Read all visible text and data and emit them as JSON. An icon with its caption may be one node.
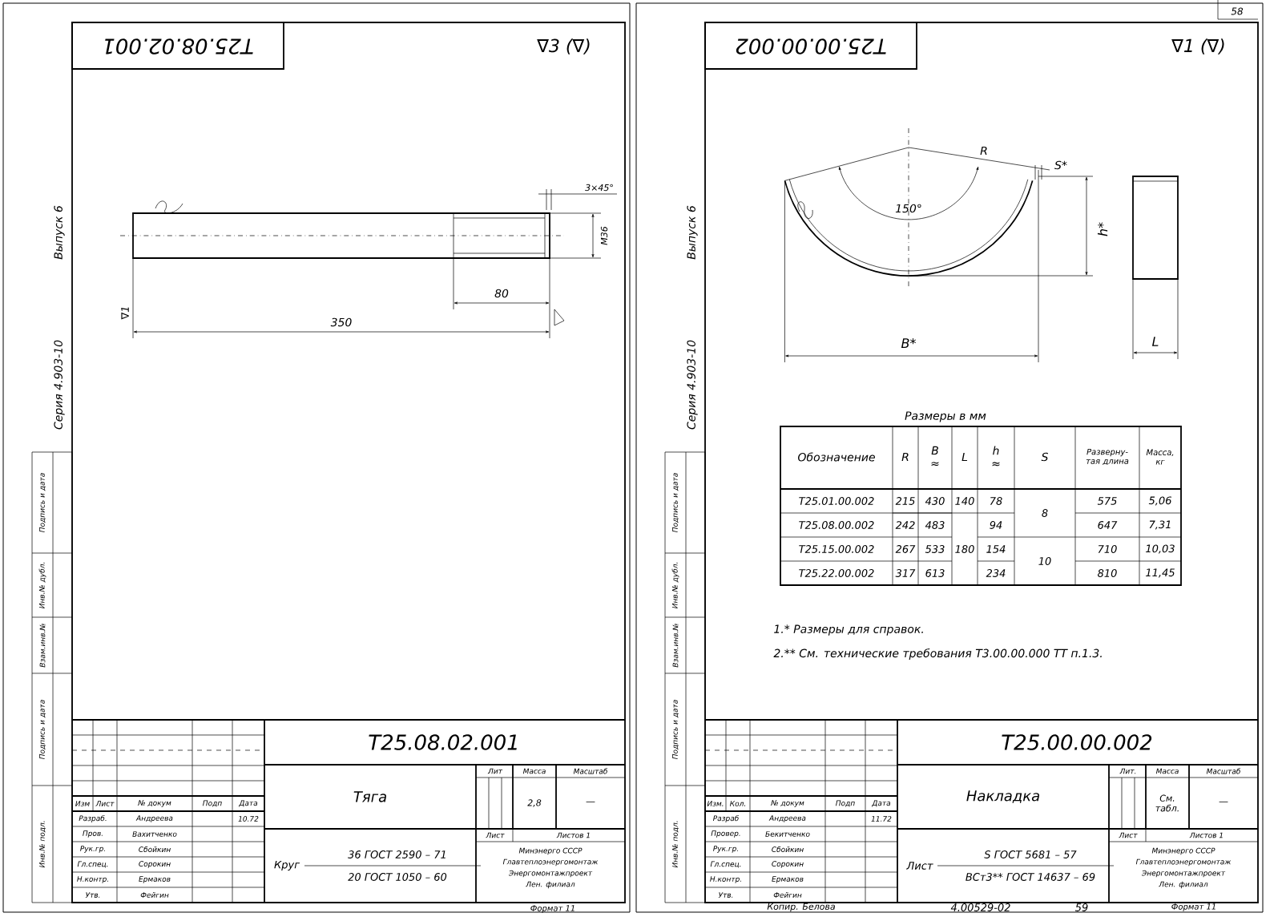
{
  "diagram": {
    "labels": [
      "T25.08.02.001",
      "∇3 (∇)",
      "3×45°",
      "M36",
      "80",
      "350",
      "∇1",
      "Выпуск 6",
      "Серия 4.903-10",
      "Подпись и дата",
      "Инв.№ дубл.",
      "Взам.инв.№",
      "Подпись и дата",
      "Инв.№ подл.",
      "T25.08.02.001",
      "Лит",
      "Масса",
      "Масштаб",
      "Тяга",
      "2,8",
      "—",
      "Лист",
      "Листов 1",
      "Круг",
      "36 ГОСТ 2590 – 71",
      "20 ГОСТ 1050 – 60",
      "Минэнерго СССР",
      "Главтеплоэнергомонтаж",
      "Энергомонтажпроект",
      "Лен. филиал",
      "Формат 11",
      "Изм",
      "Лист",
      "№ докум",
      "Подп",
      "Дата",
      "Разраб.",
      "Андреева",
      "10.72",
      "Пров.",
      "Вахитченко",
      "Рук.гр.",
      "Сбойкин",
      "Гл.спец.",
      "Сорокин",
      "Н.контр.",
      "Ермаков",
      "Утв.",
      "Фейгин",
      "58",
      "T25.00.00.002",
      "∇1 (∇)",
      "R",
      "S*",
      "150°",
      "h*",
      "B*",
      "L",
      "Выпуск 6",
      "Серия 4.903-10",
      "Подпись и дата",
      "Инв.№ дубл.",
      "Взам.инв.№",
      "Подпись и дата",
      "Инв.№ подл.",
      "Размеры в мм",
      "Обозначение",
      "R",
      "B ≈",
      "L",
      "h ≈",
      "S",
      "Разверну- тая длина",
      "Масса, кг",
      "T25.01.00.002",
      "215",
      "430",
      "140",
      "78",
      "8",
      "575",
      "5,06",
      "T25.08.00.002",
      "242",
      "483",
      "180",
      "94",
      "647",
      "7,31",
      "T25.15.00.002",
      "267",
      "533",
      "154",
      "10",
      "710",
      "10,03",
      "T25.22.00.002",
      "317",
      "613",
      "234",
      "810",
      "11,45",
      "1.* Размеры для справок.",
      "2.** См. технические требования Т3.00.00.000 ТТ п.1.3.",
      "T25.00.00.002",
      "Лит.",
      "Масса",
      "Масштаб",
      "Накладка",
      "См. табл.",
      "—",
      "Лист",
      "Листов 1",
      "Лист",
      "S ГОСТ 5681 – 57",
      "ВСт3** ГОСТ 14637 – 69",
      "Минэнерго СССР",
      "Главтеплоэнергомонтаж",
      "Энергомонтажпроект",
      "Лен. филиал",
      "Изм.",
      "Кол.",
      "№ докум",
      "Подп",
      "Дата",
      "Разраб",
      "Андреева",
      "11.72",
      "Провер.",
      "Бекитченко",
      "Рук.гр.",
      "Сбойкин",
      "Гл.спец.",
      "Сорокин",
      "Н.контр.",
      "Ермаков",
      "Утв.",
      "Фейгин",
      "Копир. Белова",
      "4.00529-02",
      "59",
      "Формат 11"
    ]
  }
}
